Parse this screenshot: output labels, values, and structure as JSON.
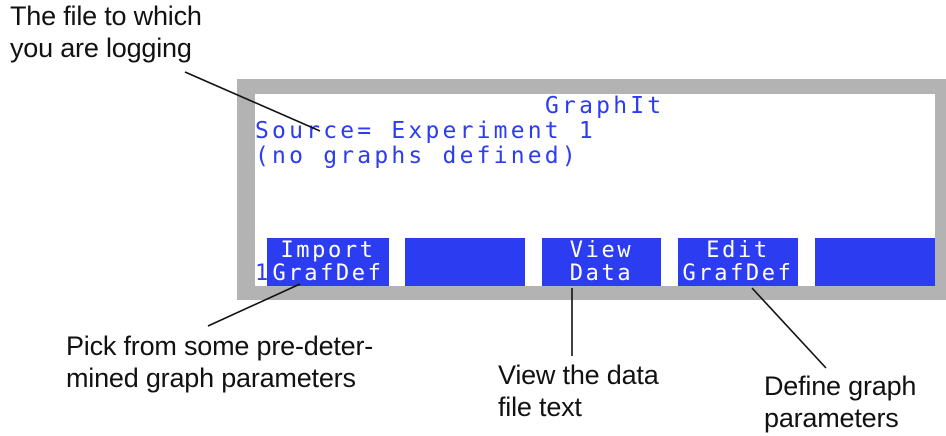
{
  "callouts": {
    "file": "The file to which\nyou are logging",
    "pick": "Pick from some pre-deter-\nmined graph parameters",
    "view": "View the data\nfile text",
    "define": "Define graph\nparameters"
  },
  "screen": {
    "title": "GraphIt",
    "source_line": "Source= Experiment 1",
    "graphs_line": "(no graphs defined)",
    "fkey_number": "1",
    "fkeys": [
      {
        "line1": "Import",
        "line2": "GrafDef"
      },
      {
        "line1": "",
        "line2": ""
      },
      {
        "line1": "View",
        "line2": "Data"
      },
      {
        "line1": "Edit",
        "line2": "GrafDef"
      },
      {
        "line1": "",
        "line2": ""
      }
    ]
  },
  "colors": {
    "screen_text": "#2c3cf0",
    "fkey_background": "#2c3cf0",
    "bezel": "#b3b3b3"
  }
}
